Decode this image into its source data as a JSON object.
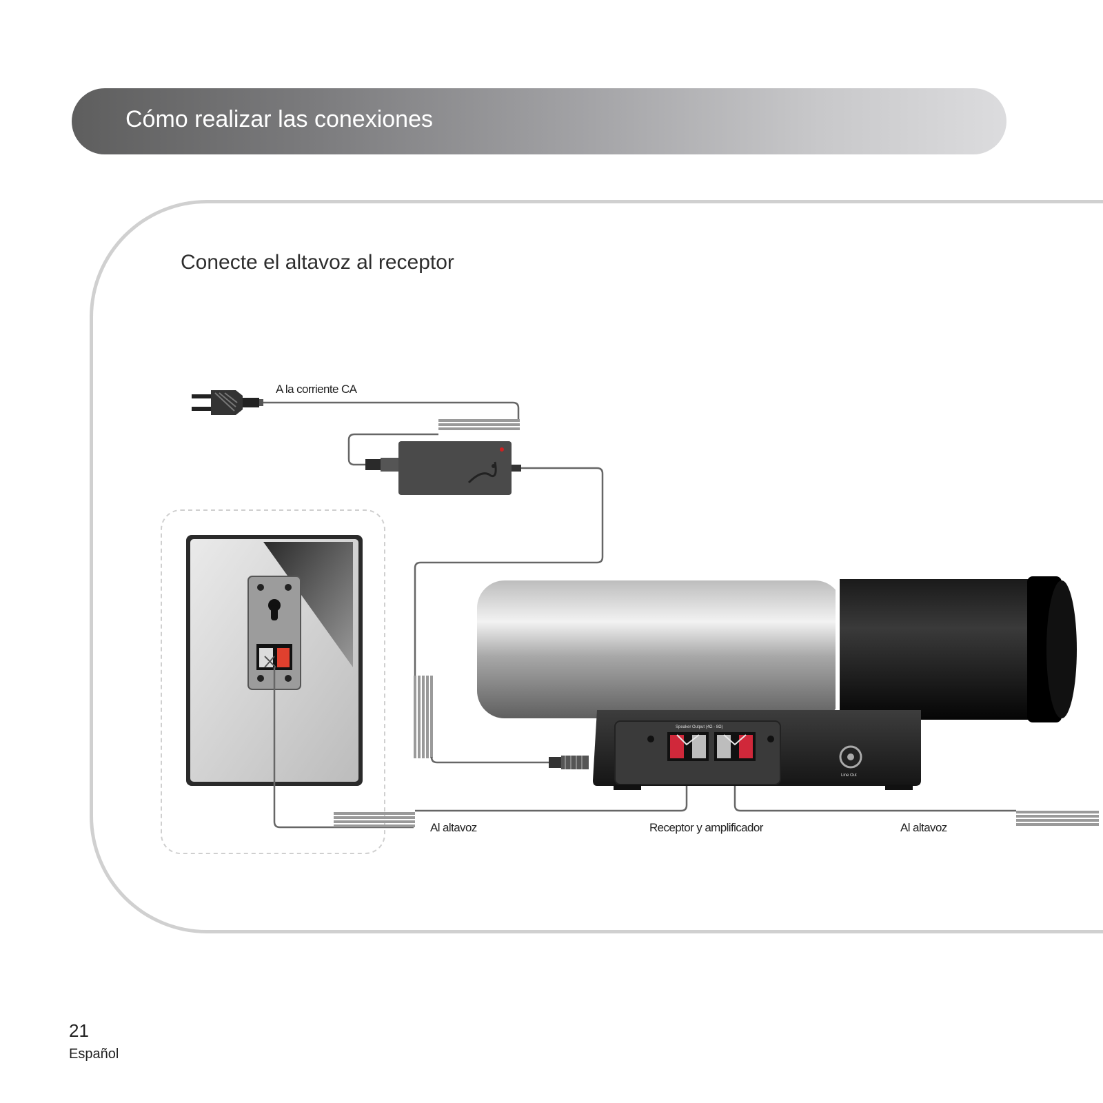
{
  "header": {
    "title": "Cómo realizar las conexiones"
  },
  "panel": {
    "title": "Conecte el altavoz al receptor"
  },
  "diagram": {
    "labels": {
      "ac_power": "A la corriente CA",
      "to_speaker_left": "Al altavoz",
      "receiver_amplifier": "Receptor y amplificador",
      "to_speaker_right": "Al altavoz"
    },
    "receiver_panel": {
      "speaker_output": "Speaker Output (4Ω - 8Ω)",
      "line_out": "Line Out"
    }
  },
  "footer": {
    "page_number": "21",
    "language": "Español"
  }
}
